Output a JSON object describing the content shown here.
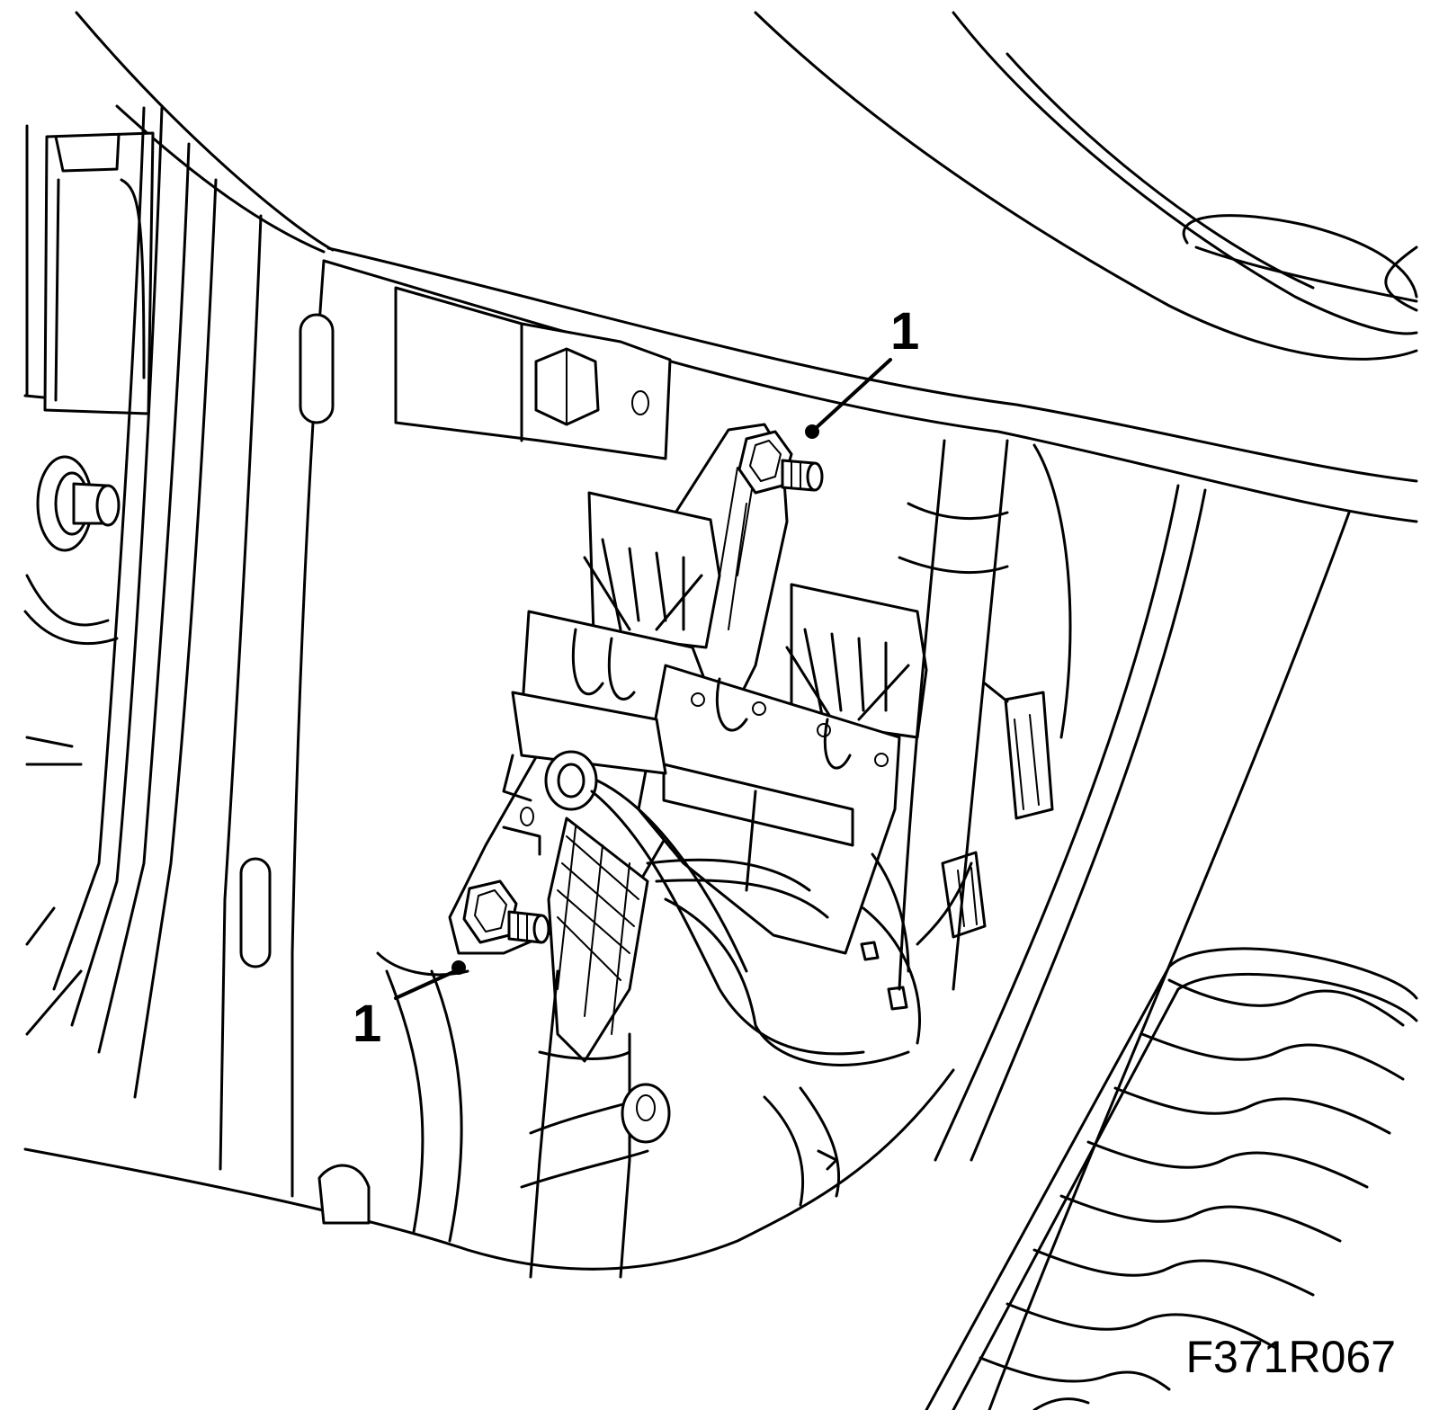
{
  "callouts": [
    {
      "label": "1",
      "target": "upper-mounting-nut"
    },
    {
      "label": "1",
      "target": "lower-mounting-nut"
    }
  ],
  "figure_id": "F371R067"
}
